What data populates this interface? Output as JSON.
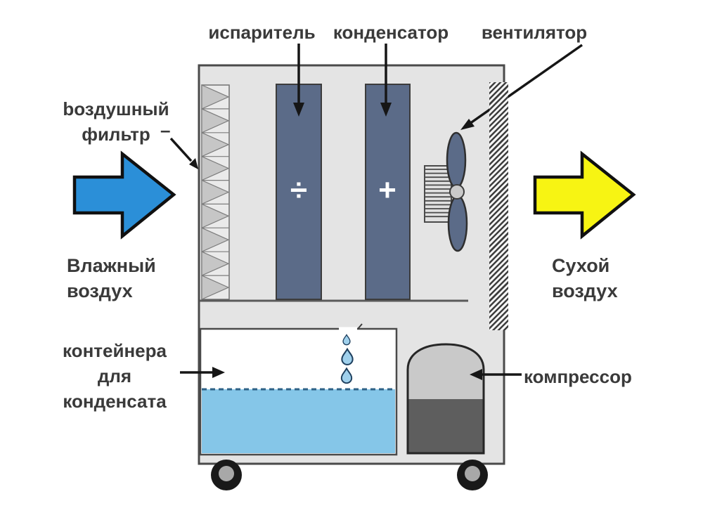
{
  "diagram": {
    "top_labels": {
      "evaporator": "испаритель",
      "condenser": "конденсатор",
      "fan": "вентилятор"
    },
    "left_labels": {
      "filter_line1": "bоздушный",
      "filter_line2": "фильтр",
      "filter_dash": "–",
      "humid_line1": "Влажный",
      "humid_line2": "воздух",
      "container_line1": "контейнера",
      "container_line2": "для",
      "container_line3": "конденсата"
    },
    "right_labels": {
      "dry_line1": "Сухой",
      "dry_line2": "воздух",
      "compressor": "компрессор"
    },
    "symbols": {
      "evaporator": "÷",
      "condenser": "+"
    },
    "colors": {
      "humid_arrow": "#2b8fd8",
      "dry_arrow": "#f7f413",
      "coil": "#5b6b88",
      "water": "#85c6e8",
      "cabinet": "#e4e4e4",
      "outline": "#4a4a4a",
      "label_text": "#3a3a3a",
      "compressor_top": "#c9c9c9",
      "compressor_bottom": "#5e5e5e"
    }
  }
}
